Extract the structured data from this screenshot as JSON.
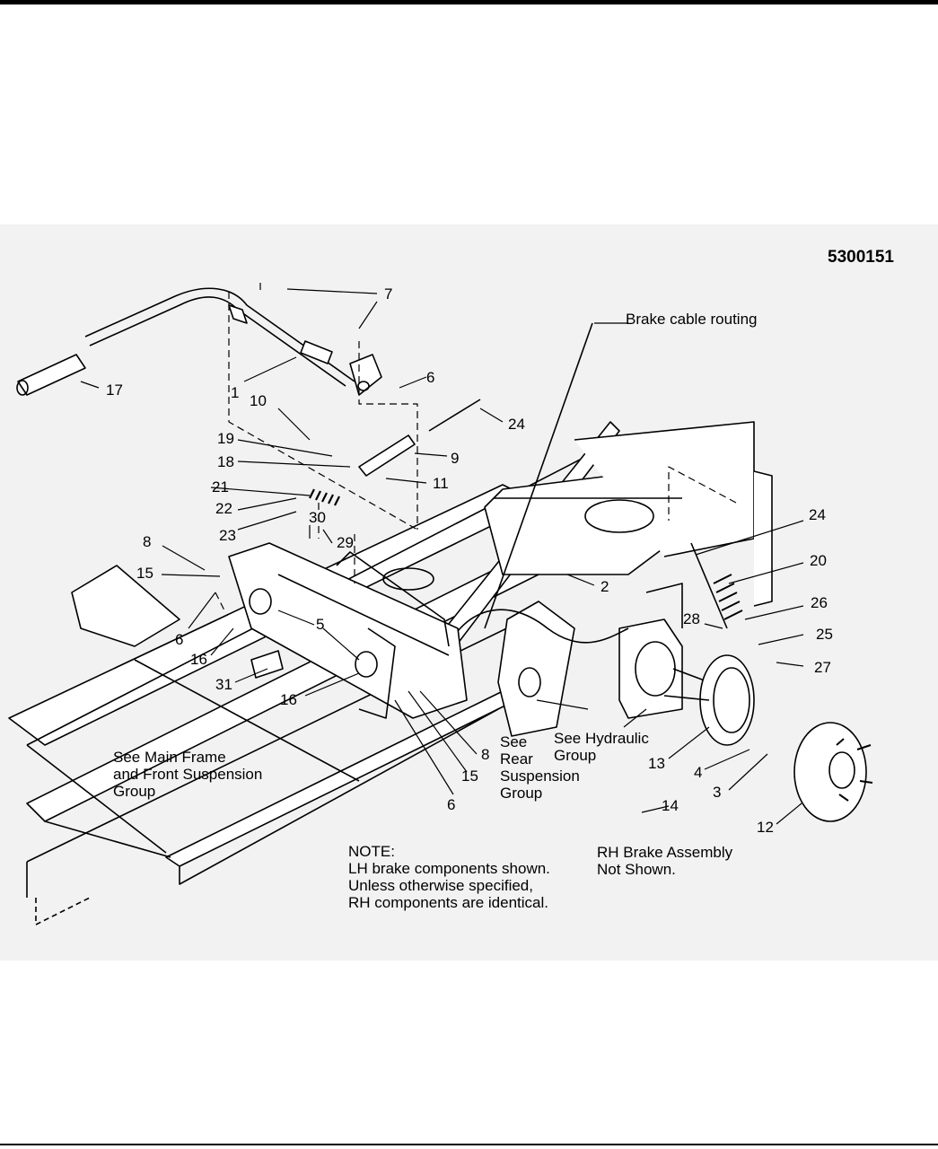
{
  "figure_number": "5300151",
  "callouts": {
    "c7": "7",
    "c6a": "6",
    "c1": "1",
    "c17": "17",
    "c10": "10",
    "c24a": "24",
    "c19": "19",
    "c9": "9",
    "c18": "18",
    "c11": "11",
    "c21": "21",
    "c22": "22",
    "c23": "23",
    "c30": "30",
    "c29": "29",
    "c8a": "8",
    "c15a": "15",
    "c6b": "6",
    "c16a": "16",
    "c31": "31",
    "c5": "5",
    "c16b": "16",
    "c2": "2",
    "c24b": "24",
    "c20": "20",
    "c26": "26",
    "c28": "28",
    "c25": "25",
    "c27": "27",
    "c8b": "8",
    "c15b": "15",
    "c6c": "6",
    "c13": "13",
    "c4": "4",
    "c3": "3",
    "c14": "14",
    "c12": "12"
  },
  "texts": {
    "brake_cable_routing": "Brake cable routing",
    "main_frame": [
      "See Main Frame",
      "and Front Suspension",
      "Group"
    ],
    "rear_suspension": [
      "See",
      "Rear",
      "Suspension",
      "Group"
    ],
    "hydraulic": [
      "See Hydraulic",
      "Group"
    ],
    "note": [
      "NOTE:",
      "LH brake components shown.",
      "Unless otherwise specified,",
      "RH components are identical."
    ],
    "rh_brake": [
      "RH Brake Assembly",
      "Not Shown."
    ]
  }
}
